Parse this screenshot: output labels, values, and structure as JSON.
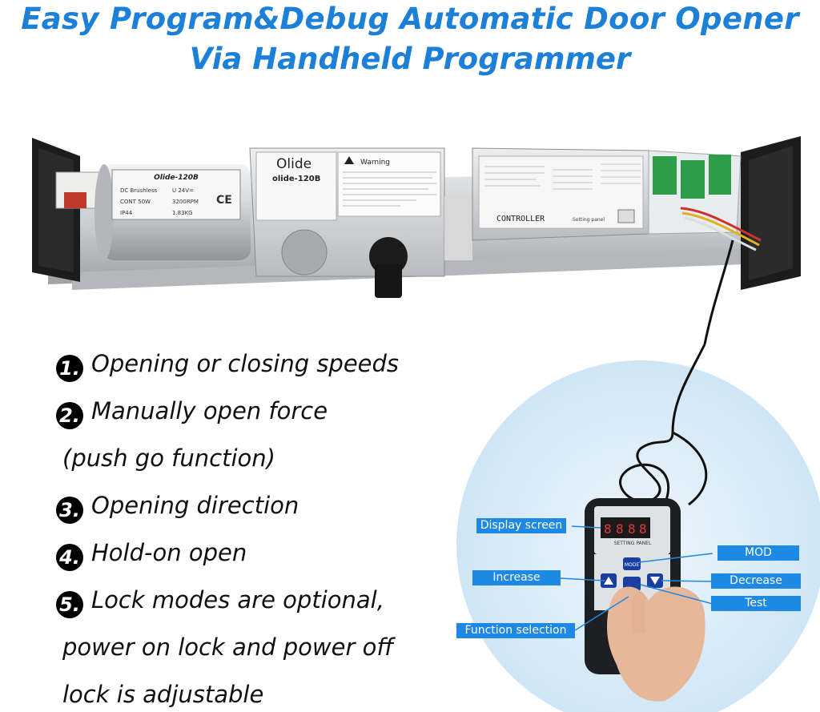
{
  "title_line1": "Easy Program&Debug Automatic Door Opener",
  "title_line2": "Via Handheld Programmer",
  "device": {
    "motor_brand": "Olide-120B",
    "motor_spec_rows": [
      [
        "DC Brushless",
        "U 24V="
      ],
      [
        "CONT 50W",
        "3200RPM"
      ],
      [
        "IP44",
        "1.83KG"
      ]
    ],
    "gearbox_brand": "Olide",
    "gearbox_model": "olide-120B",
    "warning_title": "Warning",
    "controller_label": "CONTROLLER",
    "setting_panel_label": "Setting panel"
  },
  "features": [
    {
      "num": "1.",
      "text": "Opening or closing speeds"
    },
    {
      "num": "2.",
      "text": "Manually open force"
    },
    {
      "num": "",
      "text": "(push go function)"
    },
    {
      "num": "3.",
      "text": "Opening direction"
    },
    {
      "num": "4.",
      "text": "Hold-on open"
    },
    {
      "num": "5.",
      "text": "Lock modes are optional,"
    },
    {
      "num": "",
      "text": "power on lock and power off"
    },
    {
      "num": "",
      "text": "lock is adjustable"
    }
  ],
  "programmer": {
    "panel_text": "SETTING PANEL",
    "mode_key": "MODE",
    "labels": {
      "display": "Display screen",
      "mod": "MOD",
      "increase": "Increase",
      "decrease": "Decrease",
      "test": "Test",
      "function": "Function selection"
    }
  },
  "colors": {
    "title": "#1c7fd8",
    "label_bg": "#1e88e5",
    "circle_bg": "#d9ecf8"
  }
}
